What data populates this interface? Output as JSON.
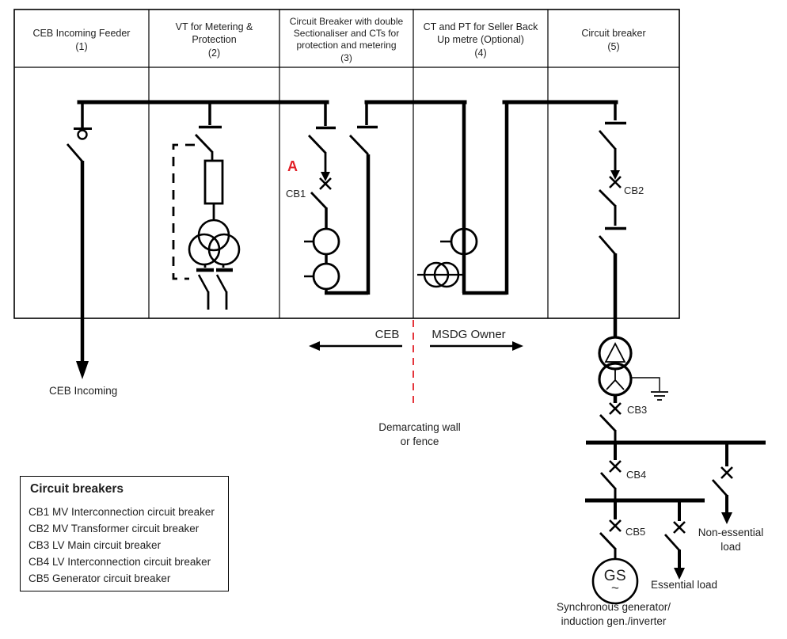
{
  "table": {
    "columns": [
      {
        "title": "CEB Incoming Feeder",
        "number": "(1)"
      },
      {
        "title": "VT for Metering & Protection",
        "number": "(2)"
      },
      {
        "title": "Circuit Breaker with double Sectionaliser and CTs for protection and metering",
        "number": "(3)"
      },
      {
        "title": "CT and PT for Seller Back Up metre (Optional)",
        "number": "(4)"
      },
      {
        "title": "Circuit breaker",
        "number": "(5)"
      }
    ]
  },
  "labels": {
    "ceb_incoming": "CEB Incoming",
    "ceb_side": "CEB",
    "msdg_side": "MSDG Owner",
    "demarcating_line1": "Demarcating wall",
    "demarcating_line2": "or fence",
    "a_marker": "A",
    "cb1": "CB1",
    "cb2": "CB2",
    "cb3": "CB3",
    "cb4": "CB4",
    "cb5": "CB5",
    "gs": "GS",
    "gs_wave": "~",
    "non_essential_line1": "Non-essential",
    "non_essential_line2": "load",
    "essential": "Essential load",
    "generator_line1": "Synchronous generator/",
    "generator_line2": "induction gen./inverter"
  },
  "legend": {
    "title": "Circuit breakers",
    "items": [
      "CB1 MV Interconnection circuit breaker",
      "CB2 MV Transformer circuit breaker",
      "CB3 LV Main  circuit breaker",
      "CB4 LV Interconnection circuit breaker",
      "CB5 Generator circuit breaker"
    ]
  },
  "colors": {
    "line": "#000000",
    "accent_red": "#e11f26",
    "text": "#1f1f1f"
  }
}
